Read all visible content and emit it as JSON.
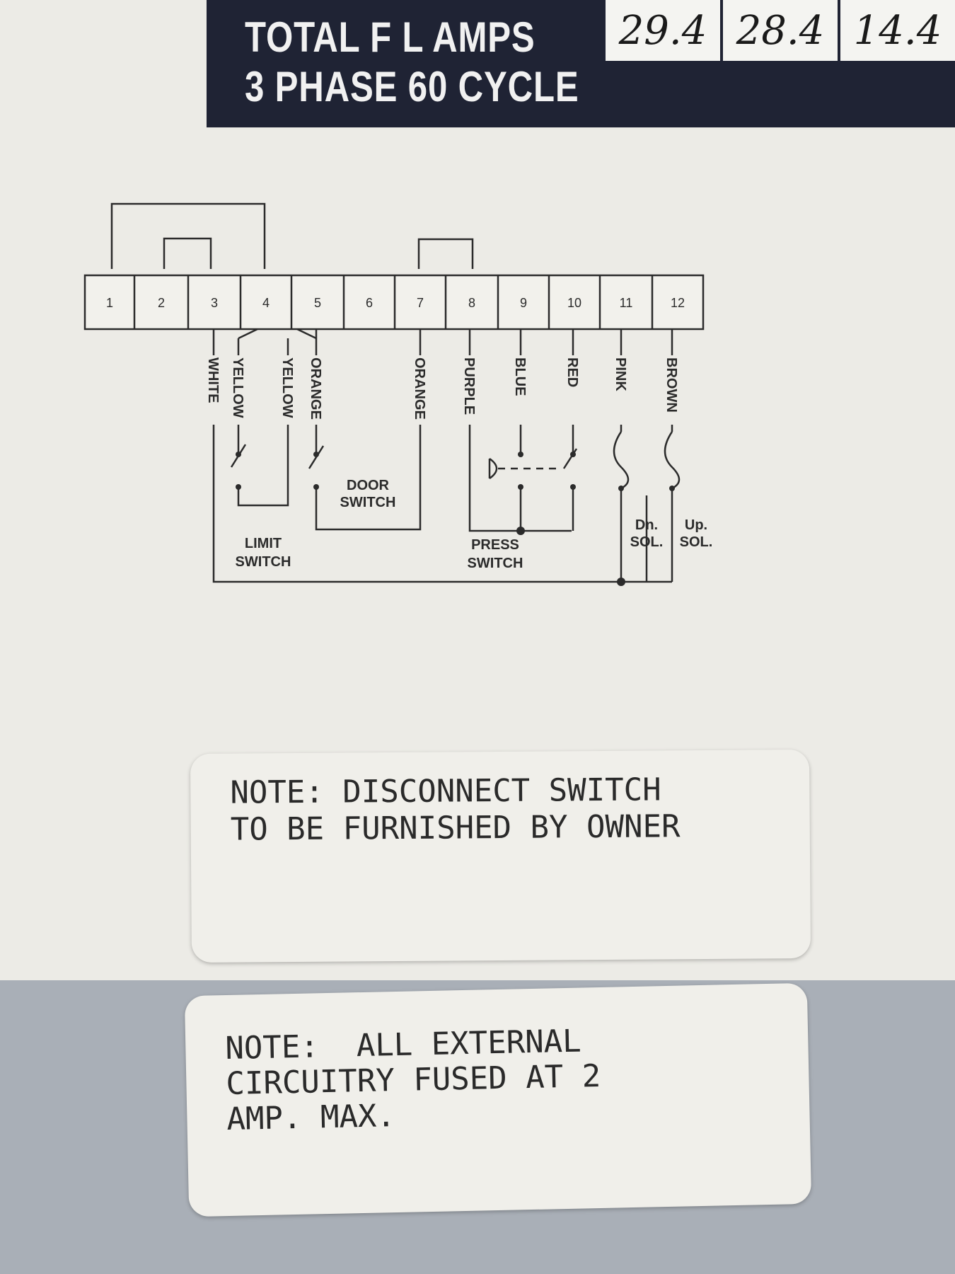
{
  "nameplate": {
    "line1": "TOTAL F L AMPS",
    "line2": "3 PHASE   60 CYCLE",
    "amps": [
      "29.4",
      "28.4",
      "14.4"
    ]
  },
  "terminals": [
    "1",
    "2",
    "3",
    "4",
    "5",
    "6",
    "7",
    "8",
    "9",
    "10",
    "11",
    "12"
  ],
  "wires": [
    "WHITE",
    "YELLOW",
    "YELLOW",
    "ORANGE",
    "ORANGE",
    "PURPLE",
    "BLUE",
    "RED",
    "PINK",
    "BROWN"
  ],
  "components": {
    "door_switch": [
      "DOOR",
      "SWITCH"
    ],
    "limit_switch": [
      "LIMIT",
      "SWITCH"
    ],
    "press_switch": [
      "PRESS",
      "SWITCH"
    ],
    "dn_sol": [
      "Dn.",
      "SOL."
    ],
    "up_sol": [
      "Up.",
      "SOL."
    ]
  },
  "notes": {
    "note1": [
      "NOTE: DISCONNECT SWITCH",
      "TO BE FURNISHED BY OWNER"
    ],
    "note2": [
      "NOTE:  ALL EXTERNAL",
      "CIRCUITRY FUSED AT 2",
      "AMP. MAX."
    ]
  }
}
